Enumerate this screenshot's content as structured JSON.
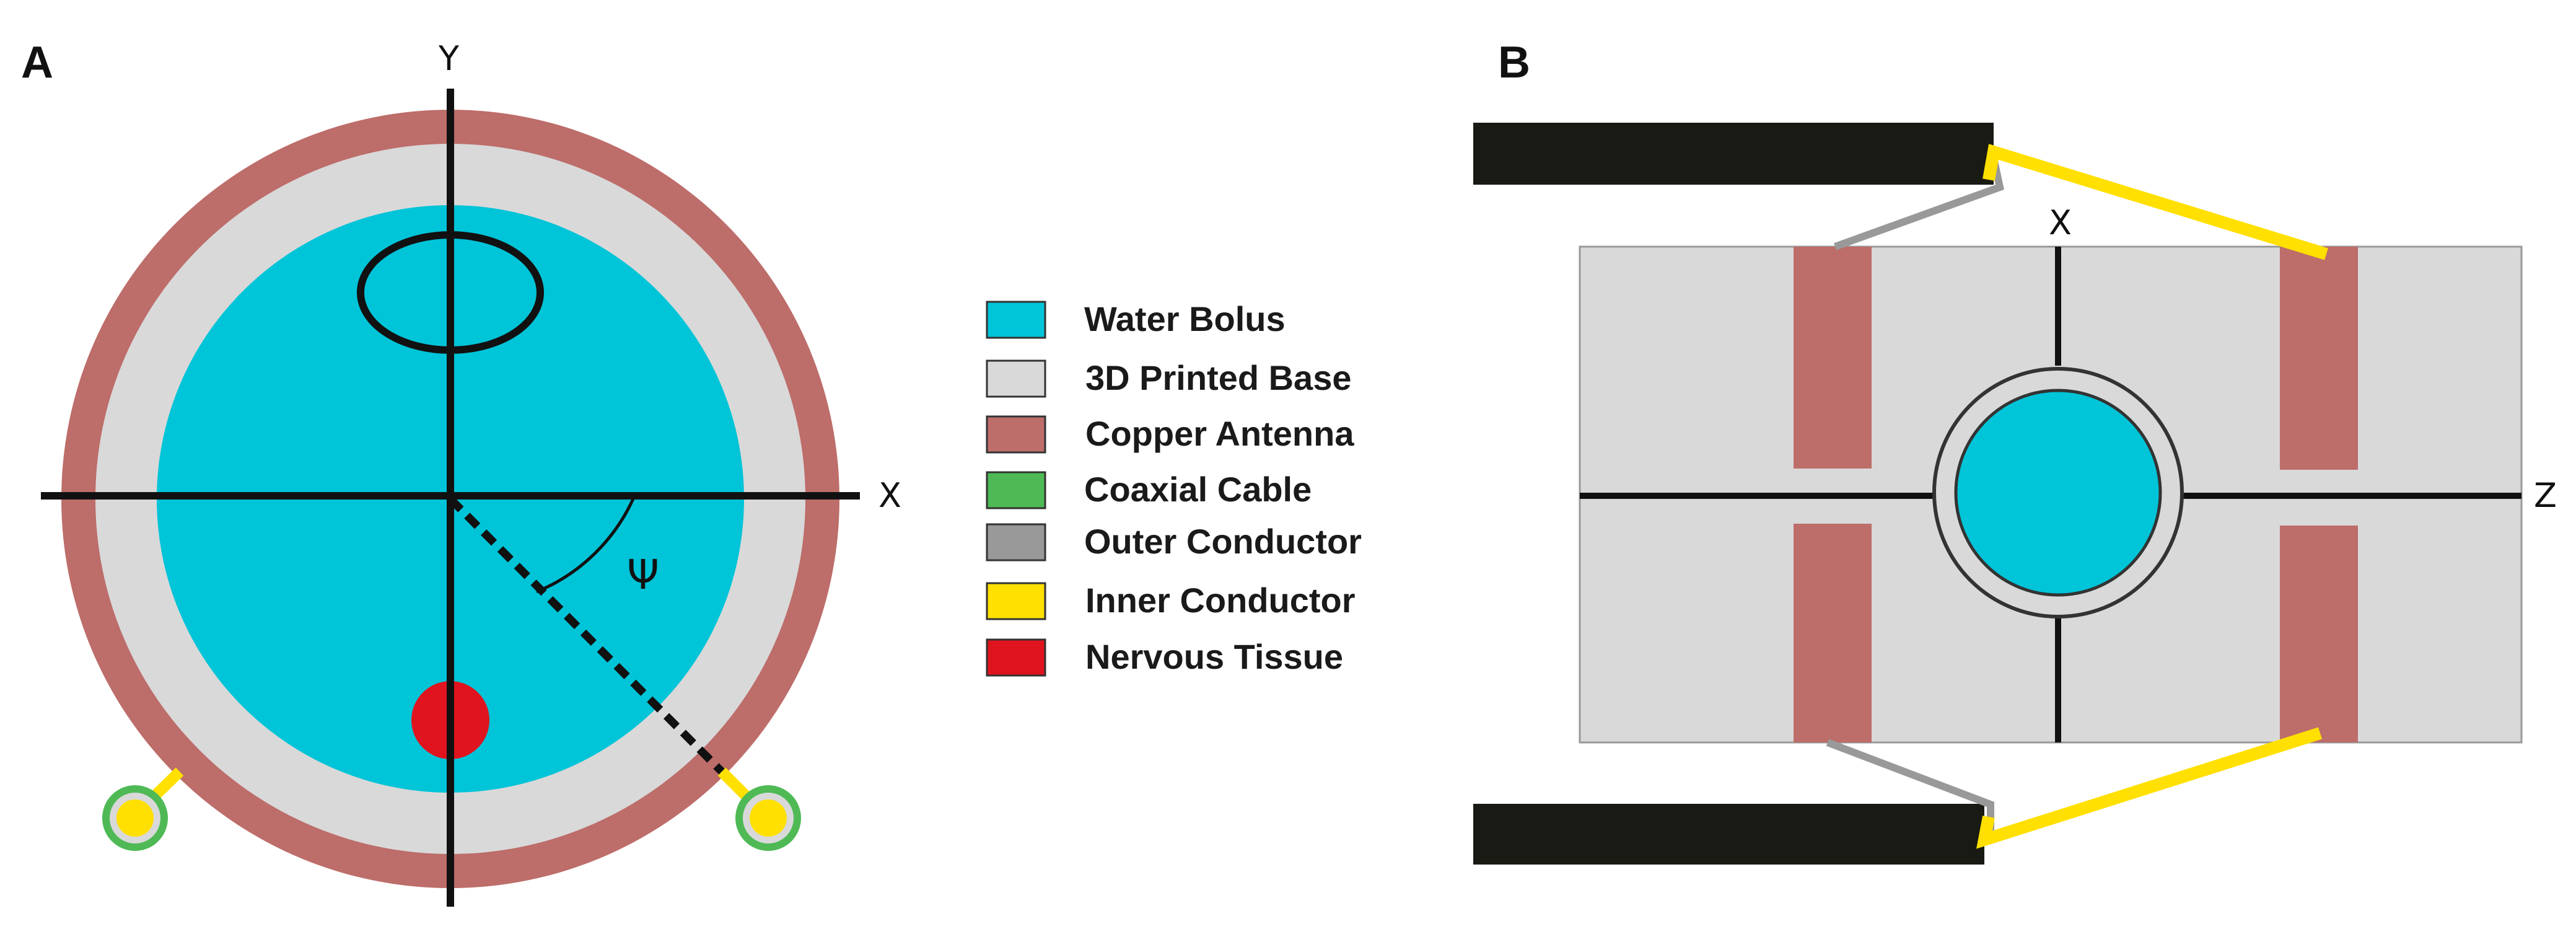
{
  "panel_a": {
    "letter": "A",
    "axis_y": "Y",
    "axis_x": "X",
    "angle_symbol": "Ψ"
  },
  "panel_b": {
    "letter": "B",
    "axis_x": "X",
    "axis_z": "Z"
  },
  "legend": {
    "items": [
      {
        "label": "Water Bolus",
        "color": "#00C4D8"
      },
      {
        "label": "3D Printed Base",
        "color": "#D9D9D9"
      },
      {
        "label": "Copper Antenna",
        "color": "#BD6D6A"
      },
      {
        "label": "Coaxial Cable",
        "color": "#4FBA55"
      },
      {
        "label": "Outer Conductor",
        "color": "#999999"
      },
      {
        "label": "Inner Conductor",
        "color": "#FFE000"
      },
      {
        "label": "Nervous Tissue",
        "color": "#E0141E"
      }
    ]
  },
  "colors": {
    "water": "#00C4D8",
    "base": "#D9D9D9",
    "copper": "#BD6D6A",
    "coax": "#4FBA55",
    "outer": "#999999",
    "inner": "#FFE000",
    "nerve": "#E0141E",
    "line": "#111111",
    "cable_body": "#1A1A14"
  }
}
